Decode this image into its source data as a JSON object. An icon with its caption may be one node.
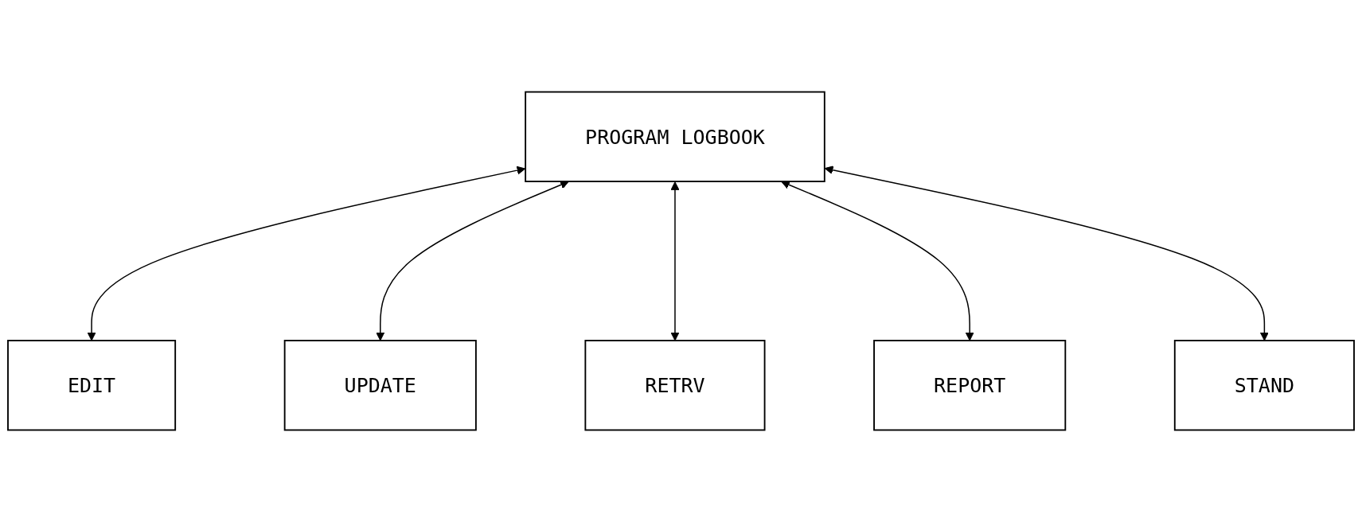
{
  "diagram": {
    "nodes": [
      {
        "text": [
          "PROGRAM LOGBOOK"
        ]
      },
      {
        "text": [
          "EDIT"
        ]
      },
      {
        "text": [
          "UPDATE"
        ]
      },
      {
        "text": [
          "RETRV"
        ]
      },
      {
        "text": [
          "REPORT"
        ]
      },
      {
        "text": [
          "STAND"
        ]
      }
    ],
    "edges": [
      {
        "from": 0,
        "to": 1,
        "arrow": "both"
      },
      {
        "from": 0,
        "to": 2,
        "arrow": "both"
      },
      {
        "from": 0,
        "to": 3,
        "arrow": "both"
      },
      {
        "from": 0,
        "to": 4,
        "arrow": "both"
      },
      {
        "from": 0,
        "to": 5,
        "arrow": "both"
      }
    ]
  }
}
